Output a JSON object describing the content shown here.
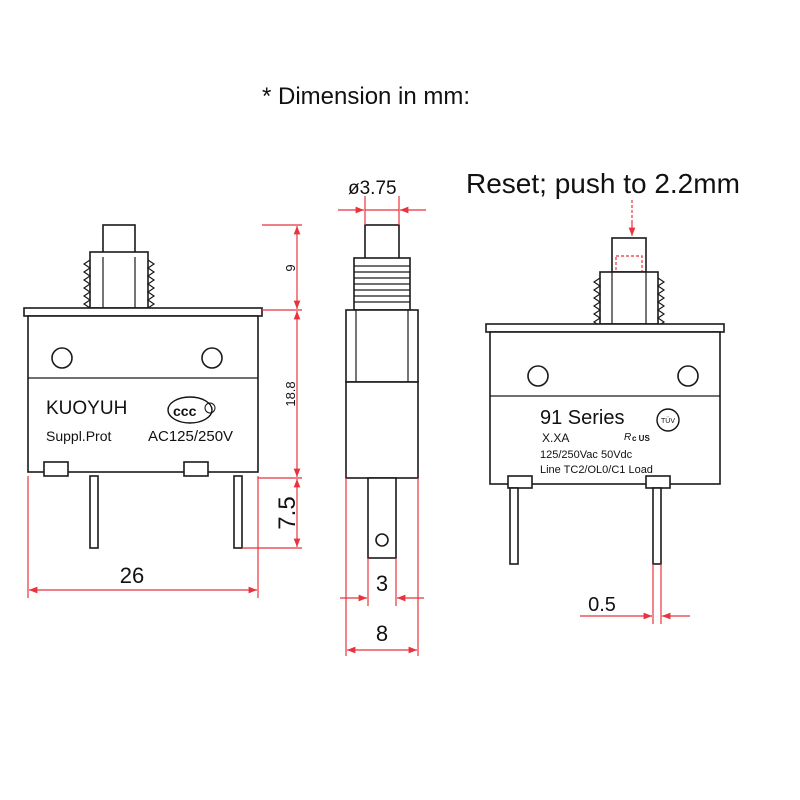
{
  "note": "* Dimension in mm:",
  "reset_note": "Reset; push to 2.2mm",
  "front_view": {
    "brand": "KUOYUH",
    "label_line2": "Suppl.Prot",
    "rating": "AC125/250V",
    "cert_mark": "CCC S",
    "dims": {
      "width": "26",
      "button_height": "9",
      "body_height": "18.8",
      "terminal_length": "7.5"
    }
  },
  "side_view": {
    "dims": {
      "button_diameter": "ø3.75",
      "terminal_width": "3",
      "body_width": "8"
    }
  },
  "rear_view": {
    "series": "91 Series",
    "model": "X.XA",
    "rating": "125/250Vac 50Vdc",
    "terminals": "Line  TC2/OL0/C1 Load",
    "ul_mark": "c US",
    "tuv_mark": "TÜV",
    "dims": {
      "terminal_thickness": "0.5"
    }
  },
  "colors": {
    "dimension": "#e8323c",
    "outline": "#1a1a1a"
  }
}
